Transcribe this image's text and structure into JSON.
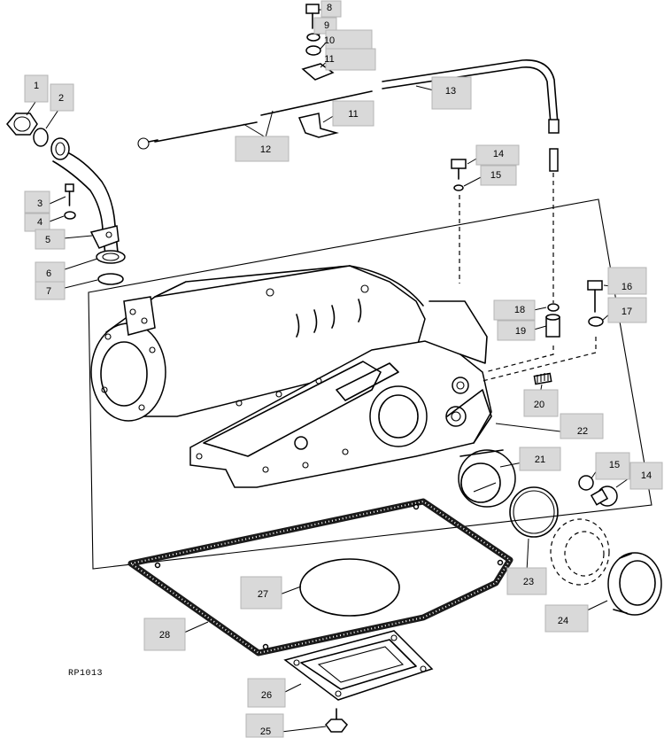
{
  "reference_code": "RP1013",
  "callouts": [
    {
      "id": "1",
      "text": "1"
    },
    {
      "id": "2",
      "text": "2"
    },
    {
      "id": "3",
      "text": "3"
    },
    {
      "id": "4",
      "text": "4"
    },
    {
      "id": "5",
      "text": "5"
    },
    {
      "id": "6",
      "text": "6"
    },
    {
      "id": "7",
      "text": "7"
    },
    {
      "id": "8",
      "text": "8"
    },
    {
      "id": "9",
      "text": "9"
    },
    {
      "id": "10",
      "text": "10"
    },
    {
      "id": "11a",
      "text": "11"
    },
    {
      "id": "11b",
      "text": "11"
    },
    {
      "id": "12",
      "text": "12"
    },
    {
      "id": "13",
      "text": "13"
    },
    {
      "id": "14a",
      "text": "14"
    },
    {
      "id": "15a",
      "text": "15"
    },
    {
      "id": "16",
      "text": "16"
    },
    {
      "id": "17",
      "text": "17"
    },
    {
      "id": "18",
      "text": "18"
    },
    {
      "id": "19",
      "text": "19"
    },
    {
      "id": "20",
      "text": "20"
    },
    {
      "id": "21",
      "text": "21"
    },
    {
      "id": "22",
      "text": "22"
    },
    {
      "id": "15b",
      "text": "15"
    },
    {
      "id": "14b",
      "text": "14"
    },
    {
      "id": "23",
      "text": "23"
    },
    {
      "id": "24",
      "text": "24"
    },
    {
      "id": "27",
      "text": "27"
    },
    {
      "id": "28",
      "text": "28"
    },
    {
      "id": "26",
      "text": "26"
    },
    {
      "id": "25",
      "text": "25"
    }
  ]
}
